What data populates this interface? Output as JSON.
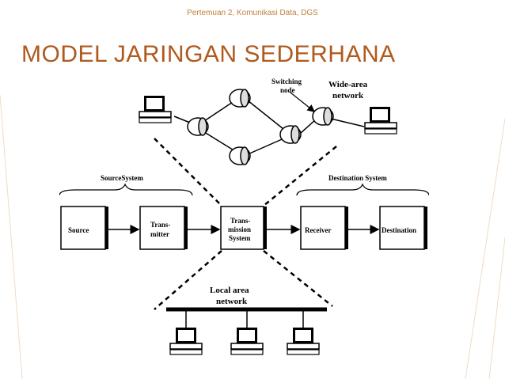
{
  "header": {
    "note": "Pertemuan 2, Komunikasi Data, DGS"
  },
  "slide": {
    "title": "MODEL JARINGAN SEDERHANA"
  },
  "diagram": {
    "switching_node_label": [
      "Switching",
      "node"
    ],
    "wan_label": [
      "Wide-area",
      "network"
    ],
    "source_system_label": "SourceSystem",
    "destination_system_label": "Destination System",
    "boxes": {
      "source": [
        "Source"
      ],
      "transmitter": [
        "Trans-",
        "mitter"
      ],
      "transmission_system": [
        "Trans-",
        "mission",
        "System"
      ],
      "receiver": [
        "Receiver"
      ],
      "destination": [
        "Destination"
      ]
    },
    "lan_label": [
      "Local area",
      "network"
    ]
  }
}
